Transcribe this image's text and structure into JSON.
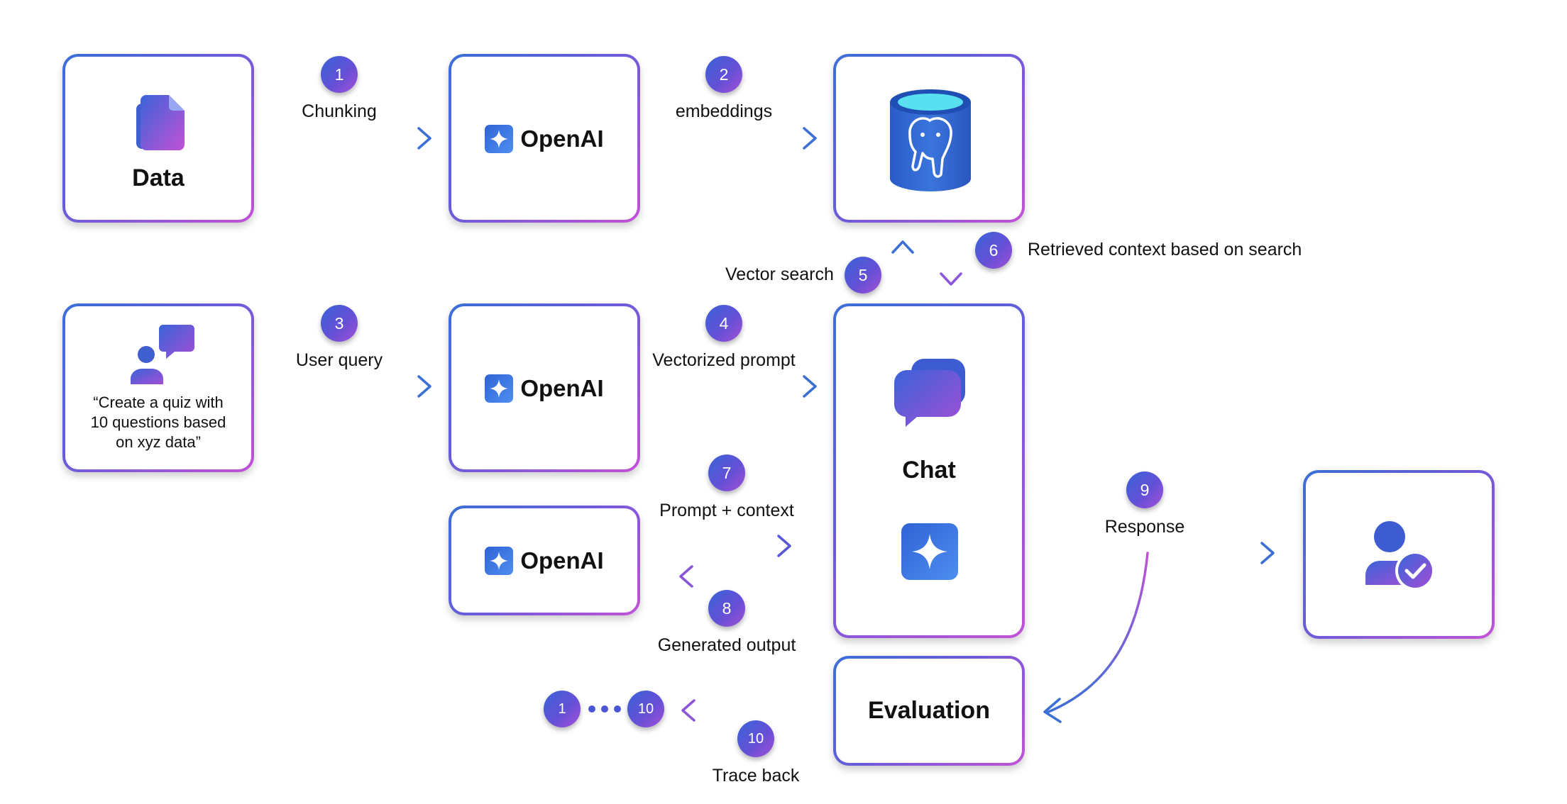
{
  "nodes": {
    "data": {
      "title": "Data",
      "icon": "document-icon"
    },
    "openai_1": {
      "brand": "OpenAI",
      "icon": "sparkle-icon"
    },
    "postgres": {
      "icon": "postgres-database-icon"
    },
    "user_query": {
      "quote": "“Create a quiz with\n10 questions based\non xyz data”",
      "icon": "users-chat-icon"
    },
    "openai_2": {
      "brand": "OpenAI",
      "icon": "sparkle-icon"
    },
    "chat": {
      "title": "Chat",
      "icon": "chat-bubbles-icon",
      "sub_icon": "sparkle-icon"
    },
    "openai_3": {
      "brand": "OpenAI",
      "icon": "sparkle-icon"
    },
    "result_user": {
      "icon": "user-check-icon"
    },
    "evaluation": {
      "title": "Evaluation"
    }
  },
  "steps": [
    {
      "num": "1",
      "label": "Chunking"
    },
    {
      "num": "2",
      "label": "embeddings"
    },
    {
      "num": "3",
      "label": "User query"
    },
    {
      "num": "4",
      "label": "Vectorized prompt"
    },
    {
      "num": "5",
      "label": "Vector search"
    },
    {
      "num": "6",
      "label": "Retrieved context based on search"
    },
    {
      "num": "7",
      "label": "Prompt + context"
    },
    {
      "num": "8",
      "label": "Generated output"
    },
    {
      "num": "9",
      "label": "Response"
    },
    {
      "num": "10",
      "label": "Trace back"
    }
  ],
  "traceback_range": {
    "start": "1",
    "end": "10"
  },
  "colors": {
    "accent_blue": "#3b6fd6",
    "accent_purple": "#c252d6",
    "badge": "#5a55d6"
  }
}
